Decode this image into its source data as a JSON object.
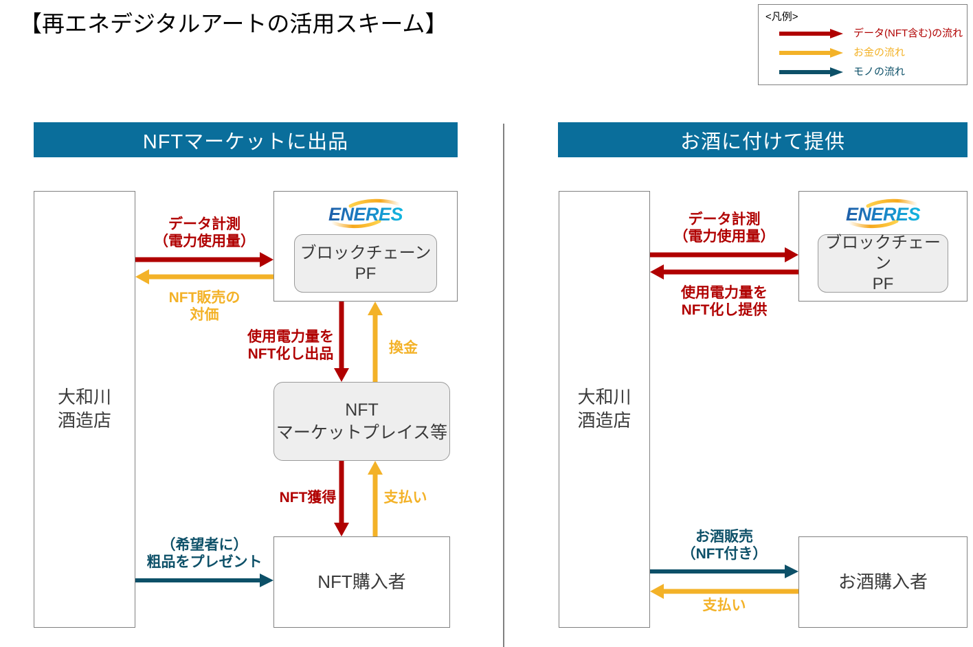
{
  "title": "【再エネデジタルアートの活用スキーム】",
  "colors": {
    "data_flow": "#b00000",
    "money_flow": "#f3b228",
    "goods_flow": "#0d5068",
    "header_bg": "#0a6e9b",
    "box_border": "#808080",
    "roundbox_fill": "#eeeeee"
  },
  "legend": {
    "title": "<凡例>",
    "items": [
      {
        "label": "データ(NFT含む)の流れ",
        "color": "#b00000",
        "icon": "arrow-right-icon"
      },
      {
        "label": "お金の流れ",
        "color": "#f3b228",
        "icon": "arrow-right-icon"
      },
      {
        "label": "モノの流れ",
        "color": "#0d5068",
        "icon": "arrow-right-icon"
      }
    ]
  },
  "panels": [
    {
      "id": "left",
      "header": "NFTマーケットに出品",
      "nodes": {
        "brewery": "大和川\n酒造店",
        "eneres_logo": "ENERES",
        "blockchain_pf": "ブロックチェーン\nPF",
        "marketplace": "NFT\nマーケットプレイス等",
        "buyer": "NFT購入者"
      },
      "flows": [
        {
          "label": "データ計測\n（電力使用量）",
          "type": "data",
          "color": "#b00000",
          "direction": "right",
          "from": "brewery",
          "to": "eneres"
        },
        {
          "label": "NFT販売の\n対価",
          "type": "money",
          "color": "#f3b228",
          "direction": "left",
          "from": "eneres",
          "to": "brewery"
        },
        {
          "label": "使用電力量を\nNFT化し出品",
          "type": "data",
          "color": "#b00000",
          "direction": "down",
          "from": "eneres",
          "to": "marketplace"
        },
        {
          "label": "換金",
          "type": "money",
          "color": "#f3b228",
          "direction": "up",
          "from": "marketplace",
          "to": "eneres"
        },
        {
          "label": "NFT獲得",
          "type": "data",
          "color": "#b00000",
          "direction": "down",
          "from": "marketplace",
          "to": "buyer"
        },
        {
          "label": "支払い",
          "type": "money",
          "color": "#f3b228",
          "direction": "up",
          "from": "buyer",
          "to": "marketplace"
        },
        {
          "label": "（希望者に）\n粗品をプレゼント",
          "type": "goods",
          "color": "#0d5068",
          "direction": "right",
          "from": "brewery",
          "to": "buyer"
        }
      ]
    },
    {
      "id": "right",
      "header": "お酒に付けて提供",
      "nodes": {
        "brewery": "大和川\n酒造店",
        "eneres_logo": "ENERES",
        "blockchain_pf": "ブロックチェーン\nPF",
        "buyer": "お酒購入者"
      },
      "flows": [
        {
          "label": "データ計測\n（電力使用量）",
          "type": "data",
          "color": "#b00000",
          "direction": "right",
          "from": "brewery",
          "to": "eneres"
        },
        {
          "label": "使用電力量を\nNFT化し提供",
          "type": "data",
          "color": "#b00000",
          "direction": "left",
          "from": "eneres",
          "to": "brewery"
        },
        {
          "label": "お酒販売\n（NFT付き）",
          "type": "goods",
          "color": "#0d5068",
          "direction": "right",
          "from": "brewery",
          "to": "buyer"
        },
        {
          "label": "支払い",
          "type": "money",
          "color": "#f3b228",
          "direction": "left",
          "from": "buyer",
          "to": "brewery"
        }
      ]
    }
  ],
  "labels": {
    "l_data_measure": "データ計測",
    "l_data_measure2": "（電力使用量）",
    "l_nft_sale1": "NFT販売の",
    "l_nft_sale2": "対価",
    "l_nftize1": "使用電力量を",
    "l_nftize_list2": "NFT化し出品",
    "l_cash": "換金",
    "l_get_nft": "NFT獲得",
    "l_payment": "支払い",
    "l_gift1": "（希望者に）",
    "l_gift2": "粗品をプレゼント",
    "r_data_measure": "データ計測",
    "r_data_measure2": "（電力使用量）",
    "r_nftize1": "使用電力量を",
    "r_nftize2": "NFT化し提供",
    "r_sake1": "お酒販売",
    "r_sake2": "（NFT付き）",
    "r_payment": "支払い"
  },
  "node_text": {
    "brewery_l1": "大和川",
    "brewery_l2": "酒造店",
    "bcpf_l1": "ブロックチェーン",
    "bcpf_l2": "PF",
    "market_l1": "NFT",
    "market_l2": "マーケットプレイス等",
    "nft_buyer": "NFT購入者",
    "sake_buyer": "お酒購入者",
    "eneres": "ENERES"
  }
}
